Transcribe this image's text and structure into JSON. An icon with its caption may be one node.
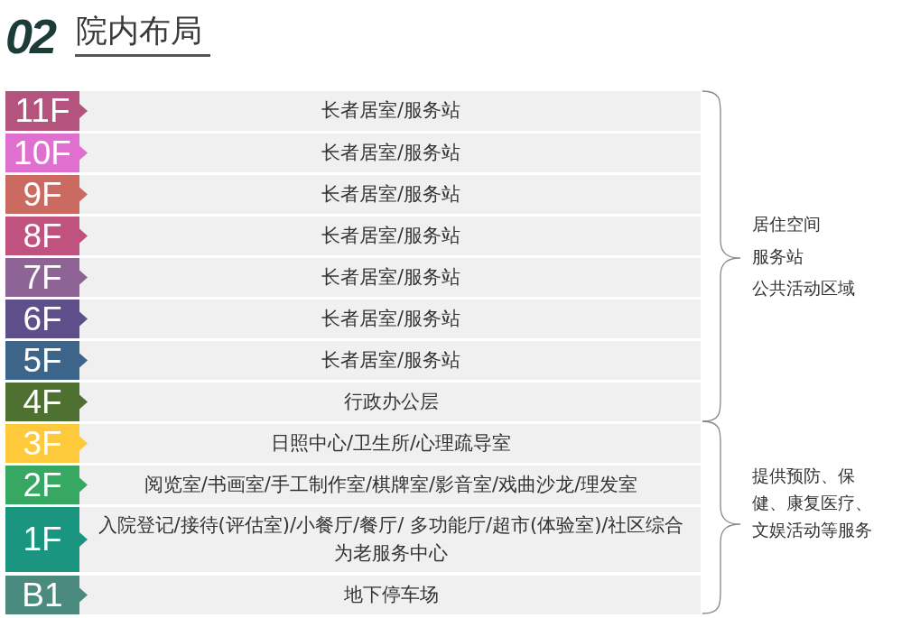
{
  "diagram": {
    "title": "院内布局",
    "nodes": [
      {
        "text": [
          "11F",
          "长者居室/服务站"
        ]
      },
      {
        "text": [
          "10F",
          "长者居室/服务站"
        ]
      },
      {
        "text": [
          "9F",
          "长者居室/服务站"
        ]
      },
      {
        "text": [
          "8F",
          "长者居室/服务站"
        ]
      },
      {
        "text": [
          "7F",
          "长者居室/服务站"
        ]
      },
      {
        "text": [
          "6F",
          "长者居室/服务站"
        ]
      },
      {
        "text": [
          "5F",
          "长者居室/服务站"
        ]
      },
      {
        "text": [
          "4F",
          "行政办公层"
        ]
      },
      {
        "text": [
          "3F",
          "日照中心/卫生所/心理疏导室"
        ]
      },
      {
        "text": [
          "2F",
          "阅览室/书画室/手工制作室/棋牌室/影音室/戏曲沙龙/理发室"
        ]
      },
      {
        "text": [
          "1F",
          "入院登记/接待(评估室)/小餐厅/餐厅/ 多功能厅/超市(体验室)/社区综合为老服务中心"
        ]
      },
      {
        "text": [
          "B1",
          "地下停车场"
        ]
      }
    ],
    "labels": [
      "02",
      "居住空间",
      "服务站",
      "公共活动区域",
      "提供预防、保健、康复医疗、文娱活动等服务"
    ]
  }
}
